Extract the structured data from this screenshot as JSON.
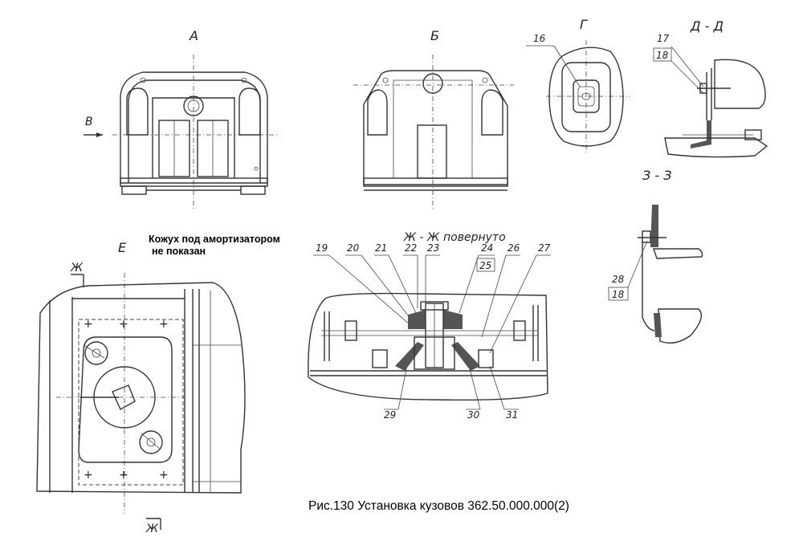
{
  "views": {
    "a": "А",
    "b": "Б",
    "g": "Г",
    "dd": "Д - Д",
    "zz3": "З - З",
    "e": "Е",
    "arrow_v": "В",
    "zh_mark_top": "Ж",
    "zh_mark_bottom": "Ж",
    "section_zh": "Ж - Ж",
    "section_zh_note": "повернуто"
  },
  "parts": {
    "p16": "16",
    "p17": "17",
    "p18a": "18",
    "p18b": "18",
    "p19": "19",
    "p20": "20",
    "p21": "21",
    "p22": "22",
    "p23": "23",
    "p24": "24",
    "p25": "25",
    "p26": "26",
    "p27": "27",
    "p28": "28",
    "p29": "29",
    "p30": "30",
    "p31": "31"
  },
  "note": {
    "line1": "Кожух под амортизатором",
    "line2": "не показан"
  },
  "caption": "Рис.130  Установка кузовов 362.50.000.000(2)"
}
